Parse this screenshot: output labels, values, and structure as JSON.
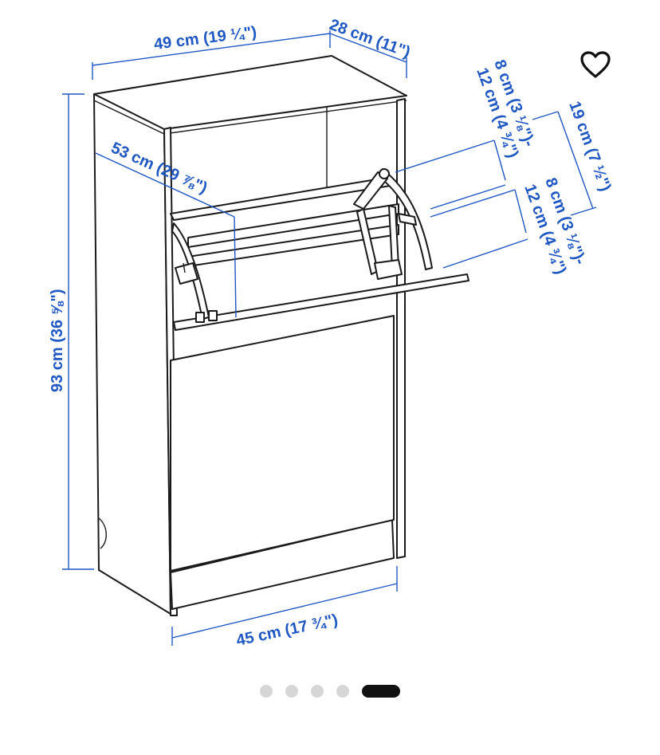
{
  "image": {
    "dimensions": {
      "top_width": "49 cm (19 ¼\")",
      "depth": "28 cm (11\")",
      "height": "93 cm (36 ⅝\")",
      "diagonal": "53 cm (29 ⅞\")",
      "bottom_width": "45 cm (17 ¾\")",
      "shelf_gap_a_1": "8 cm (3 ⅛\")-",
      "shelf_gap_a_2": "12 cm (4 ¾\")",
      "shelf_gap_b_1": "8 cm (3 ⅛\")-",
      "shelf_gap_b_2": "12 cm (4 ¾\")",
      "compartment": "19 cm (7 ½\")"
    }
  },
  "favorite": {
    "icon": "heart-outline-icon"
  },
  "carousel": {
    "total": 5,
    "active_index": 4
  },
  "colors": {
    "dimension": "#1f57c3",
    "line_art": "#1a1a1a",
    "dot_inactive": "#d6d6d6",
    "dot_active": "#111111"
  }
}
